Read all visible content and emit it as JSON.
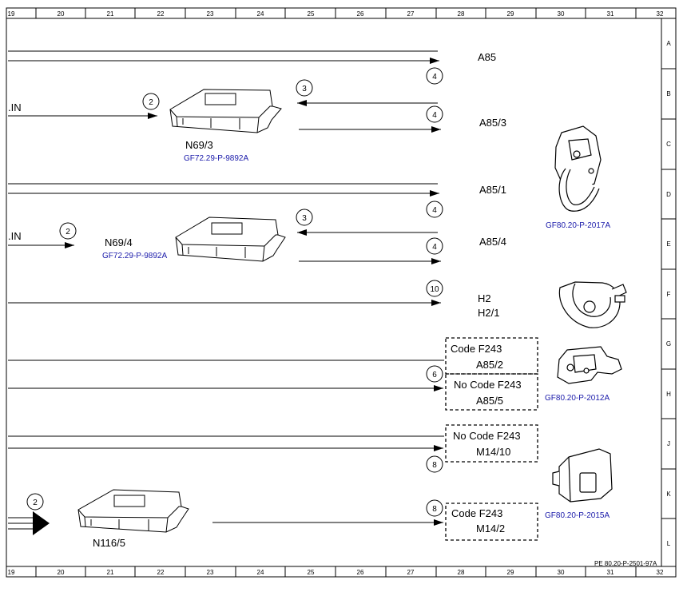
{
  "grid": {
    "columns": [
      "19",
      "20",
      "21",
      "22",
      "23",
      "24",
      "25",
      "26",
      "27",
      "28",
      "29",
      "30",
      "31",
      "32"
    ],
    "rows": [
      "A",
      "B",
      "C",
      "D",
      "E",
      "F",
      "G",
      "H",
      "J",
      "K",
      "L"
    ]
  },
  "left_labels": {
    "in_1": ".IN",
    "in_2": ".IN"
  },
  "modules": {
    "n69_3": "N69/3",
    "n69_4": "N69/4",
    "n116_5": "N116/5"
  },
  "refs": {
    "n69_3": "GF72.29-P-9892A",
    "n69_4": "GF72.29-P-9892A",
    "img_top": "GF80.20-P-2017A",
    "img_mid": "GF80.20-P-2012A",
    "img_bottom": "GF80.20-P-2015A"
  },
  "components": {
    "a85": "A85",
    "a85_3": "A85/3",
    "a85_1": "A85/1",
    "a85_4": "A85/4",
    "h2": "H2",
    "h2_1": "H2/1"
  },
  "boxes": {
    "b1_code": "Code F243",
    "b1_part": "A85/2",
    "b2_code": "No Code F243",
    "b2_part": "A85/5",
    "b3_code": "No Code F243",
    "b3_part": "M14/10",
    "b4_code": "Code F243",
    "b4_part": "M14/2"
  },
  "markers": {
    "m_in1": "2",
    "m_a85": "4",
    "m_r1": "3",
    "m_a85_3": "4",
    "m_a85_1": "4",
    "m_in2": "2",
    "m_r2": "3",
    "m_a85_4": "4",
    "m_h2": "10",
    "m_b2": "6",
    "m_b3": "8",
    "m_in3": "2",
    "m_b4": "8"
  },
  "footer_ref": "PE 80.20-P-2501-97A",
  "colors": {
    "line": "#000000",
    "link_blue": "#1a1aaa"
  }
}
